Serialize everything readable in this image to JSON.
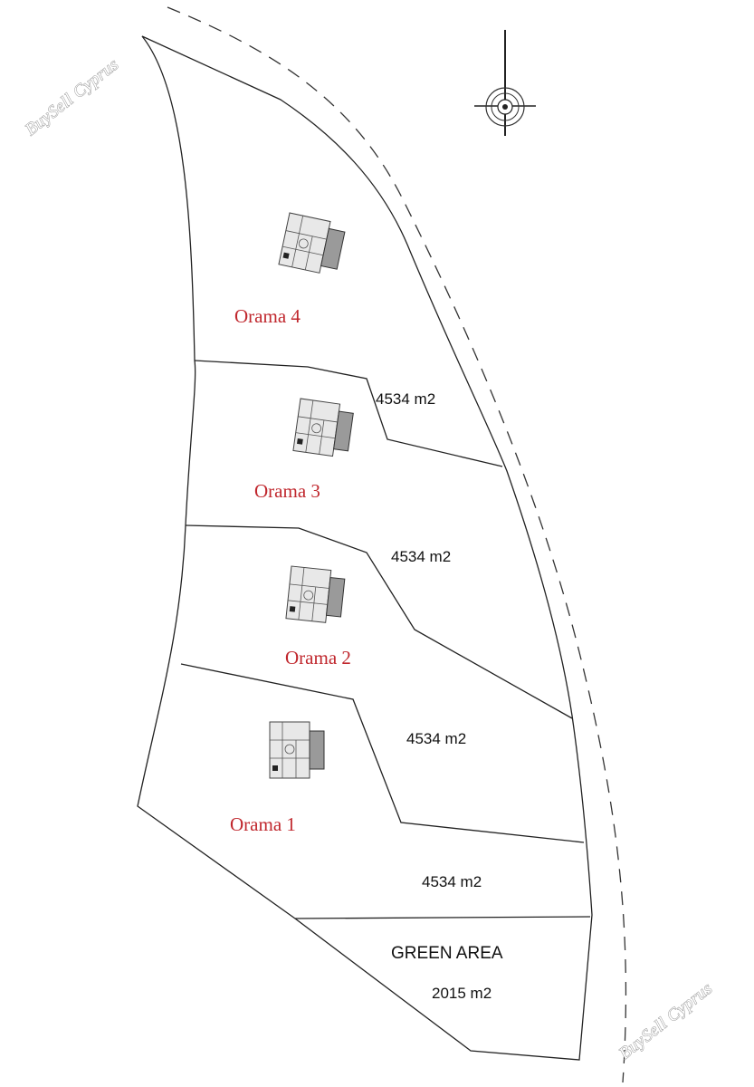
{
  "watermarks": {
    "top_left": "BuySell Cyprus",
    "bottom_right": "BuySell Cyprus"
  },
  "compass": {
    "icon": "north-arrow-icon"
  },
  "plots": [
    {
      "name": "Orama 4",
      "area": "4534 m2"
    },
    {
      "name": "Orama 3",
      "area": "4534 m2"
    },
    {
      "name": "Orama 2",
      "area": "4534 m2"
    },
    {
      "name": "Orama 1",
      "area": "4534 m2"
    }
  ],
  "green_area": {
    "title": "GREEN AREA",
    "area": "2015 m2"
  }
}
